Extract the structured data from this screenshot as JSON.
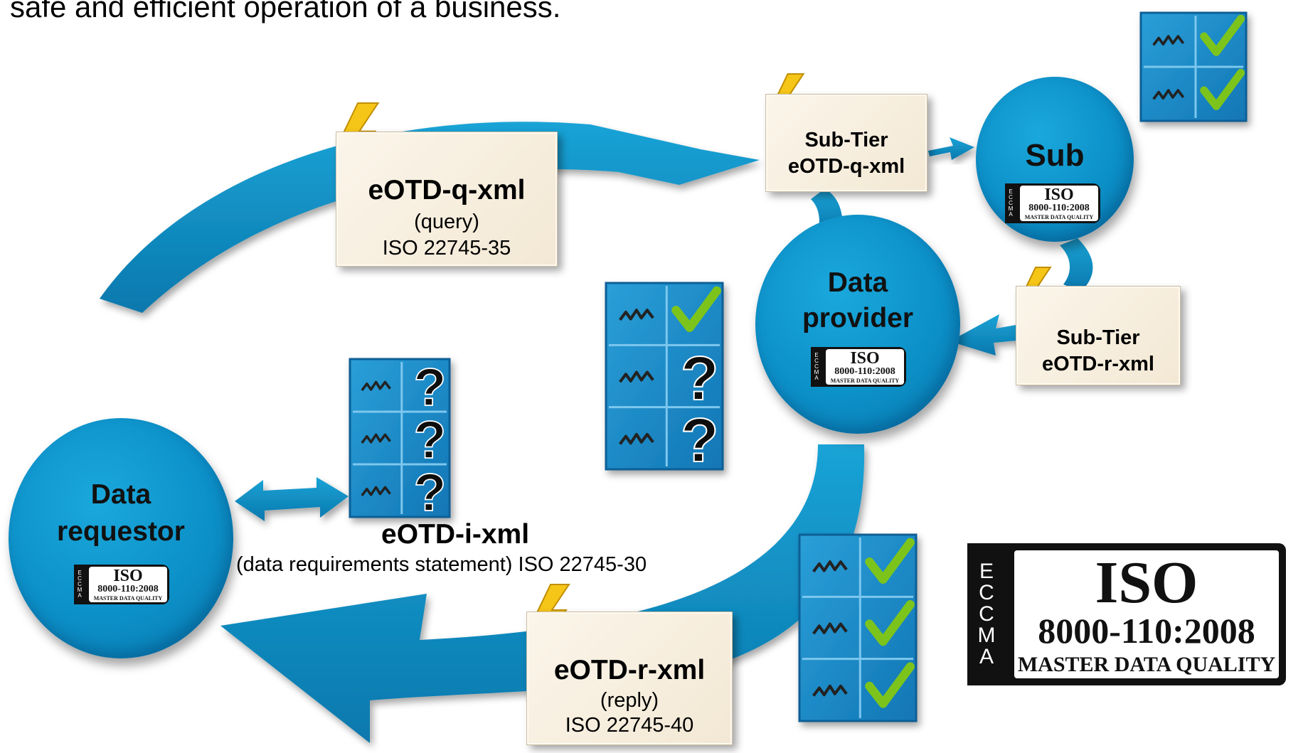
{
  "intro_text": "safe and efficient operation of a business.",
  "colors": {
    "flow_blue": "#0c8fc7",
    "card_bg": "#f6eddd",
    "bolt": "#f5c518",
    "check": "#7cc41c"
  },
  "nodes": {
    "data_requestor": {
      "line1": "Data",
      "line2": "requestor"
    },
    "data_provider": {
      "line1": "Data",
      "line2": "provider"
    },
    "sub": {
      "label": "Sub"
    }
  },
  "messages": {
    "query": {
      "title": "eOTD-q-xml",
      "sub1": "(query)",
      "sub2": "ISO 22745-35"
    },
    "subtier_query": {
      "line1": "Sub-Tier",
      "line2": "eOTD-q-xml"
    },
    "subtier_reply": {
      "line1": "Sub-Tier",
      "line2": "eOTD-r-xml"
    },
    "reply": {
      "title": "eOTD-r-xml",
      "sub1": "(reply)",
      "sub2": "ISO 22745-40"
    },
    "identifier": {
      "title": "eOTD-i-xml",
      "sub": "(data requirements statement) ISO 22745-30"
    }
  },
  "badge": {
    "side_letters": [
      "E",
      "C",
      "C",
      "M",
      "A"
    ],
    "iso": "ISO",
    "number": "8000-110:2008",
    "subtitle": "MASTER DATA QUALITY"
  },
  "icons": {
    "bolt": "lightning-bolt-icon",
    "check": "check-mark-icon",
    "question": "question-mark-icon",
    "squiggle": "data-squiggle-icon"
  }
}
